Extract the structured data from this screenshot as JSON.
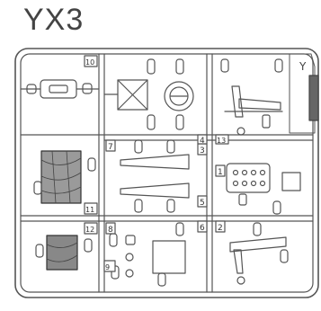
{
  "title": "YX3",
  "frame_letter": "Y",
  "part_numbers": [
    "1",
    "2",
    "3",
    "4",
    "5",
    "6",
    "7",
    "8",
    "9",
    "10",
    "11",
    "12",
    "13"
  ]
}
